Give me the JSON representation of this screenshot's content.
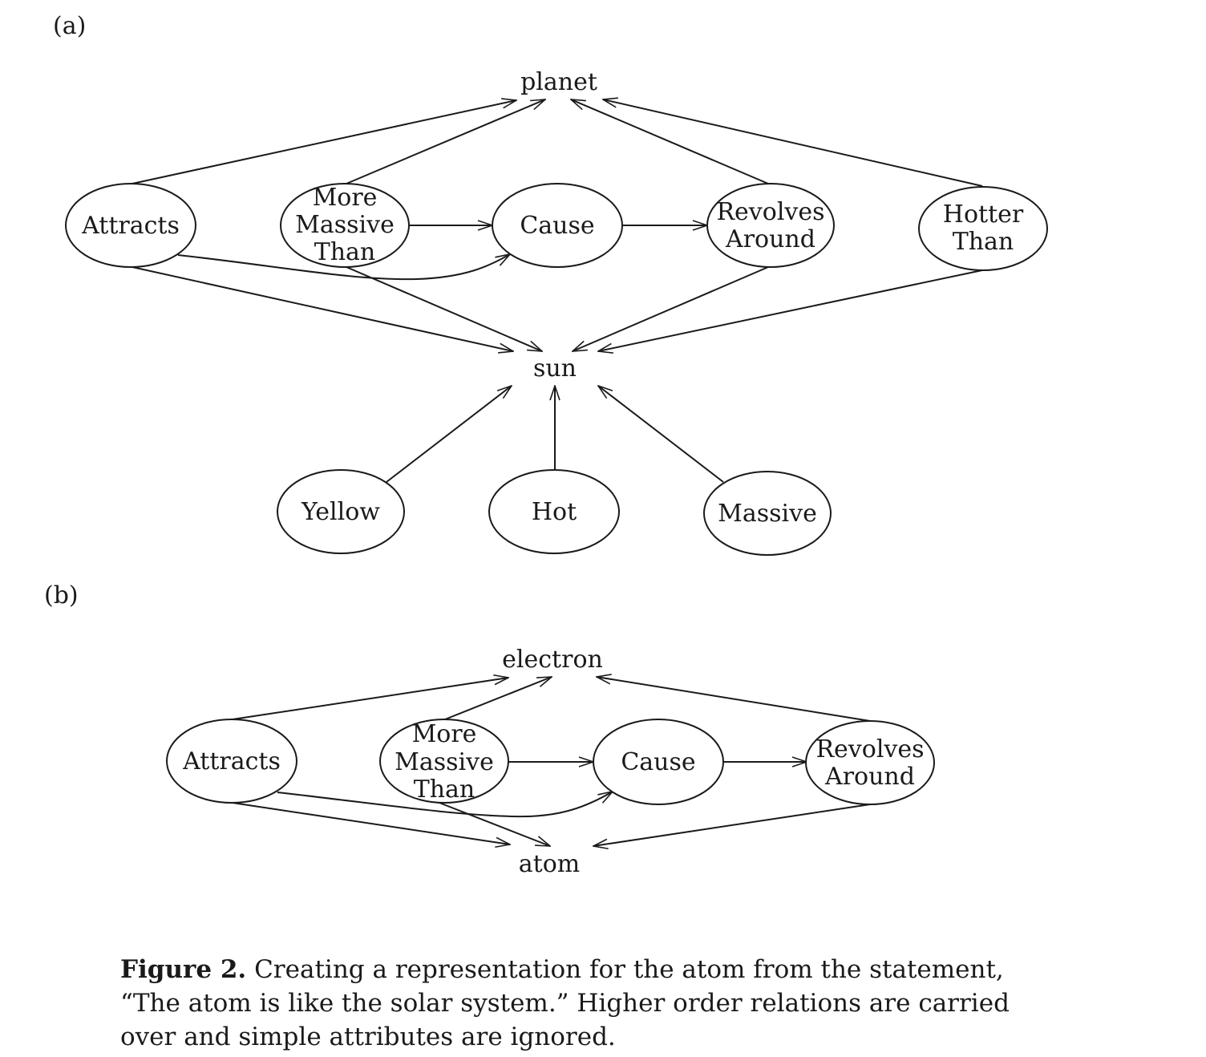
{
  "panels": [
    {
      "id": "a",
      "label": "(a)",
      "entities": {
        "top": "planet",
        "bottom": "sun"
      },
      "relations": [
        {
          "key": "attracts",
          "lines": [
            "Attracts"
          ]
        },
        {
          "key": "more_massive_than",
          "lines": [
            "More",
            "Massive",
            "Than"
          ]
        },
        {
          "key": "cause",
          "lines": [
            "Cause"
          ]
        },
        {
          "key": "revolves_around",
          "lines": [
            "Revolves",
            "Around"
          ]
        },
        {
          "key": "hotter_than",
          "lines": [
            "Hotter",
            "Than"
          ]
        }
      ],
      "attributes": [
        {
          "key": "yellow",
          "lines": [
            "Yellow"
          ]
        },
        {
          "key": "hot",
          "lines": [
            "Hot"
          ]
        },
        {
          "key": "massive",
          "lines": [
            "Massive"
          ]
        }
      ]
    },
    {
      "id": "b",
      "label": "(b)",
      "entities": {
        "top": "electron",
        "bottom": "atom"
      },
      "relations": [
        {
          "key": "attracts",
          "lines": [
            "Attracts"
          ]
        },
        {
          "key": "more_massive_than",
          "lines": [
            "More",
            "Massive",
            "Than"
          ]
        },
        {
          "key": "cause",
          "lines": [
            "Cause"
          ]
        },
        {
          "key": "revolves_around",
          "lines": [
            "Revolves",
            "Around"
          ]
        }
      ],
      "attributes": []
    }
  ],
  "caption": {
    "figure_number": "Figure 2.",
    "text": "Creating a representation for the atom from the statement, “The atom is like the solar system.” Higher order relations are carried over and simple attributes are ignored."
  }
}
